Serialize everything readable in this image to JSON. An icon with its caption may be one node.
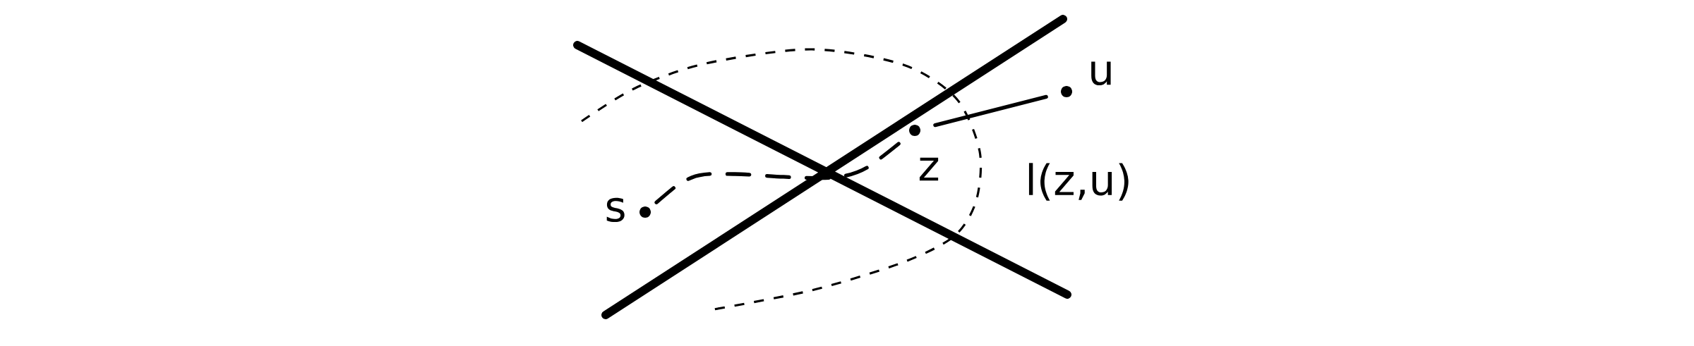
{
  "diagram": {
    "nodes": [
      {
        "text": [],
        "shape": "circle",
        "beside": [
          "s"
        ]
      },
      {
        "text": [],
        "shape": "circle",
        "beside": [
          "z"
        ]
      },
      {
        "text": [],
        "shape": "circle",
        "beside": [
          "u"
        ]
      }
    ],
    "edges": [
      {
        "from": 0,
        "to": 1,
        "arrow": "none",
        "style": "dashed"
      },
      {
        "from": 1,
        "to": 2,
        "arrow": "none"
      }
    ],
    "labels": [
      "l(z,u)"
    ]
  }
}
